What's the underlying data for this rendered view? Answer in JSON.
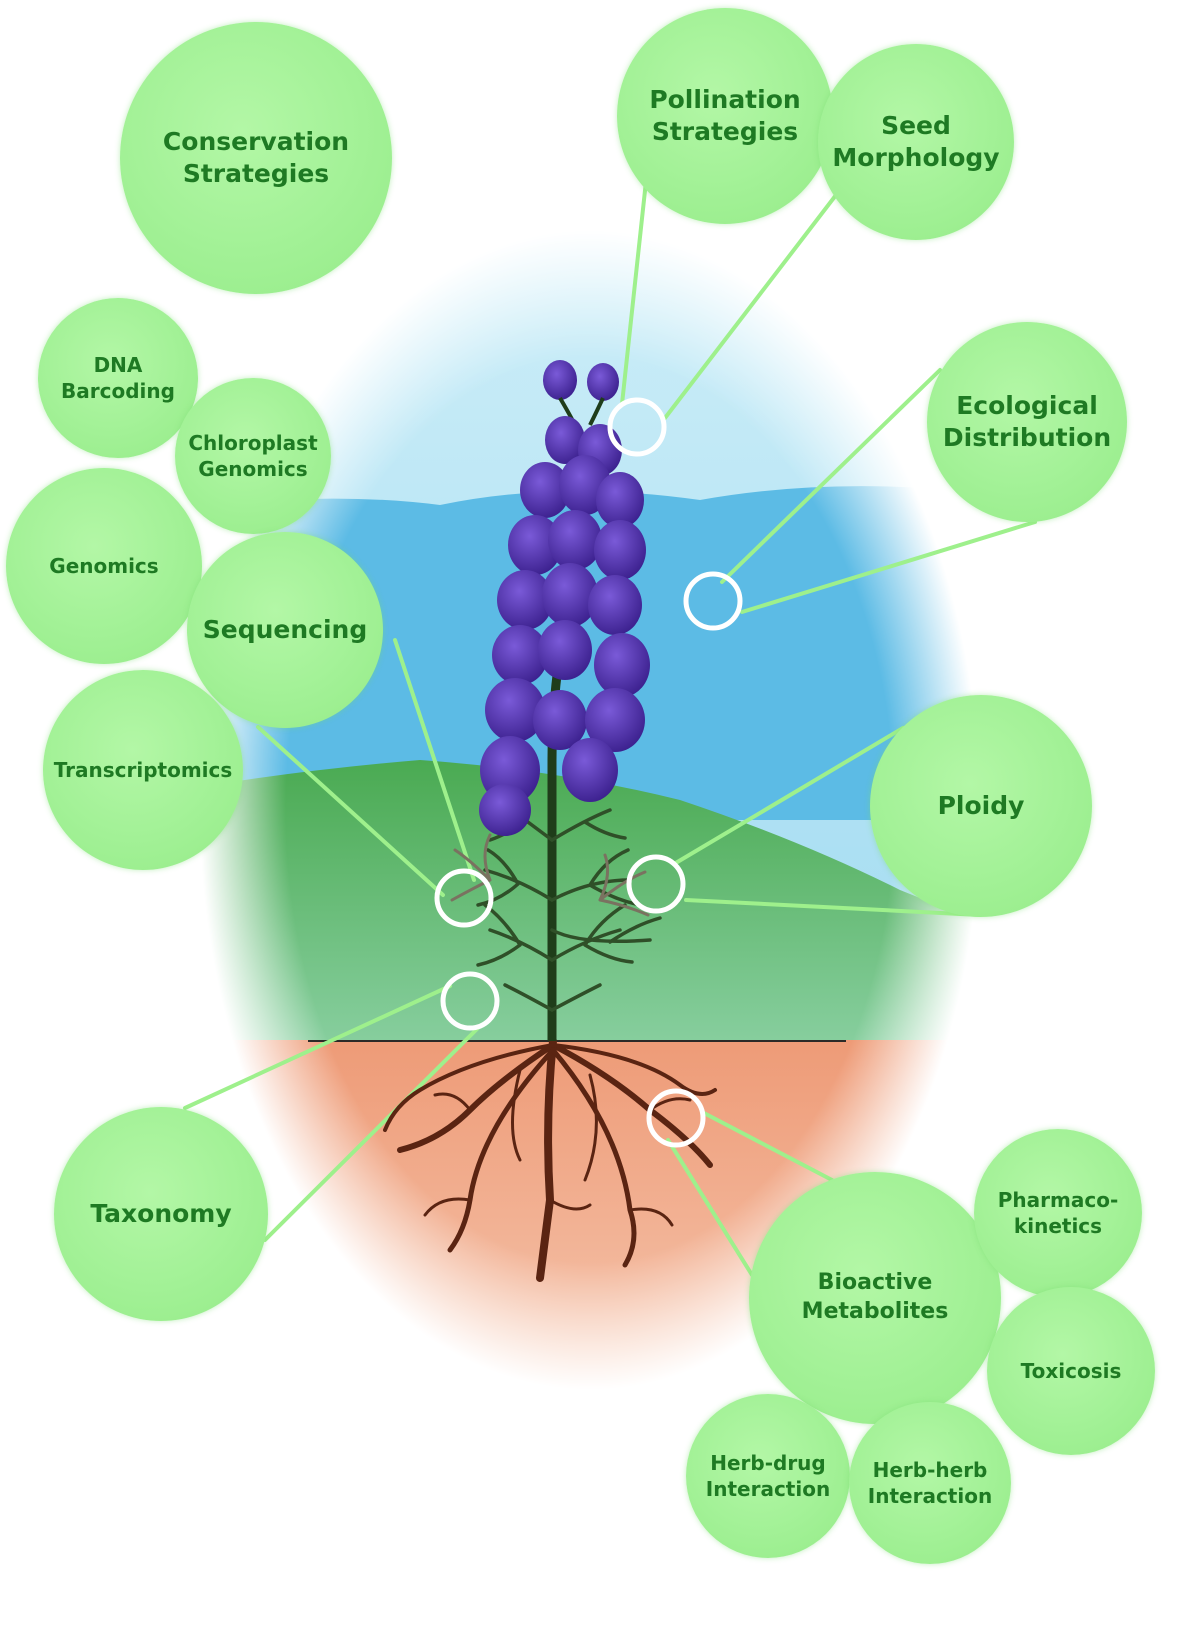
{
  "colors": {
    "bubble_fill": "#a2f196",
    "bubble_text": "#1e7a23",
    "connector": "#9ef08c",
    "marker_ring": "#ffffff",
    "sky": "#8fd3ee",
    "water": "#62bde6",
    "hill": "#4fae55",
    "soil": "#f0a584",
    "flower": "#4a2aa6",
    "stem": "#1f3d1a",
    "root": "#5a2412"
  },
  "topics": {
    "conservation": "Conservation\nStrategies",
    "pollination": "Pollination\nStrategies",
    "seed": "Seed\nMorphology",
    "ecological": "Ecological\nDistribution",
    "dna_barcoding": "DNA\nBarcoding",
    "chloroplast": "Chloroplast\nGenomics",
    "genomics": "Genomics",
    "sequencing": "Sequencing",
    "transcriptomics": "Transcriptomics",
    "ploidy": "Ploidy",
    "taxonomy": "Taxonomy",
    "pharmacokinetics": "Pharmaco-\nkinetics",
    "bioactive": "Bioactive\nMetabolites",
    "toxicosis": "Toxicosis",
    "herb_drug": "Herb-drug\nInteraction",
    "herb_herb": "Herb-herb\nInteraction"
  }
}
